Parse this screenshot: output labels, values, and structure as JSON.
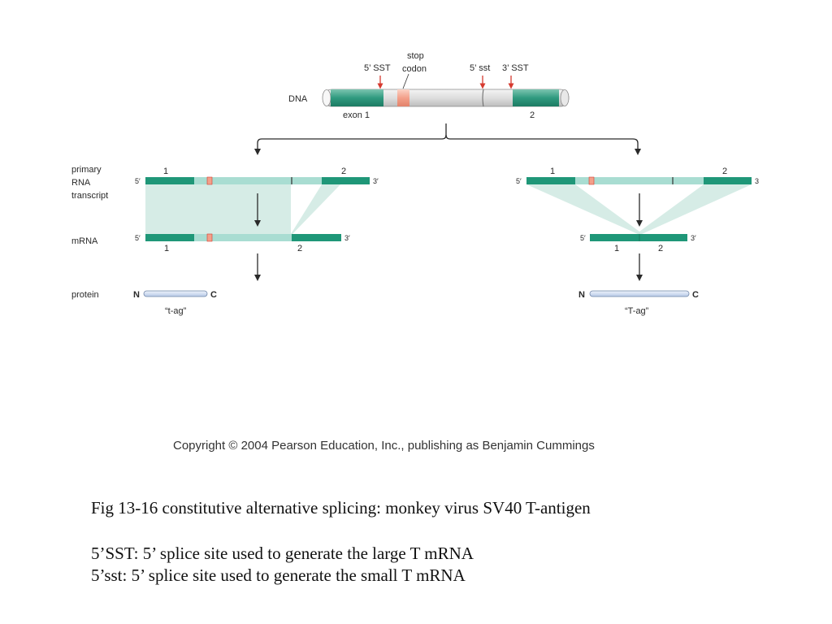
{
  "dna": {
    "row_label": "DNA",
    "sst5_label": "5’ SST",
    "stop_label_line1": "stop",
    "stop_label_line2": "codon",
    "sst5_small_label": "5’ sst",
    "sst3_label": "3’ SST",
    "exon1_label": "exon 1",
    "exon2_label": "2"
  },
  "row_labels": {
    "primary_line1": "primary",
    "primary_line2": "RNA",
    "primary_line3": "transcript",
    "mrna": "mRNA",
    "protein": "protein"
  },
  "left_path": {
    "primary_five": "5′",
    "primary_three": "3′",
    "primary_exon1": "1",
    "primary_exon2": "2",
    "mrna_five": "5′",
    "mrna_three": "3′",
    "mrna_exon1": "1",
    "mrna_exon2": "2",
    "protein_n": "N",
    "protein_c": "C",
    "protein_name": "“t-ag”"
  },
  "right_path": {
    "primary_five": "5′",
    "primary_three": "3",
    "primary_exon1": "1",
    "primary_exon2": "2",
    "mrna_five": "5′",
    "mrna_three": "3′",
    "mrna_exon1": "1",
    "mrna_exon2": "2",
    "protein_n": "N",
    "protein_c": "C",
    "protein_name": "“T-ag”"
  },
  "copyright": "Copyright © 2004 Pearson Education, Inc., publishing as Benjamin Cummings",
  "caption": {
    "title": "Fig 13-16 constitutive alternative splicing: monkey virus SV40 T-antigen",
    "line1": "5’SST: 5’ splice site used to generate the large T mRNA",
    "line2": "5’sst: 5’ splice site used to generate the small T mRNA"
  },
  "colors": {
    "exon": "#1f9778",
    "intron": "#a9ddd2",
    "stop": "#f3a08a",
    "splice_arrow": "#d63a2f",
    "dna_tube": "#e6e6e6",
    "shade": "#d6ece6",
    "protein": "#c9d8ee"
  }
}
